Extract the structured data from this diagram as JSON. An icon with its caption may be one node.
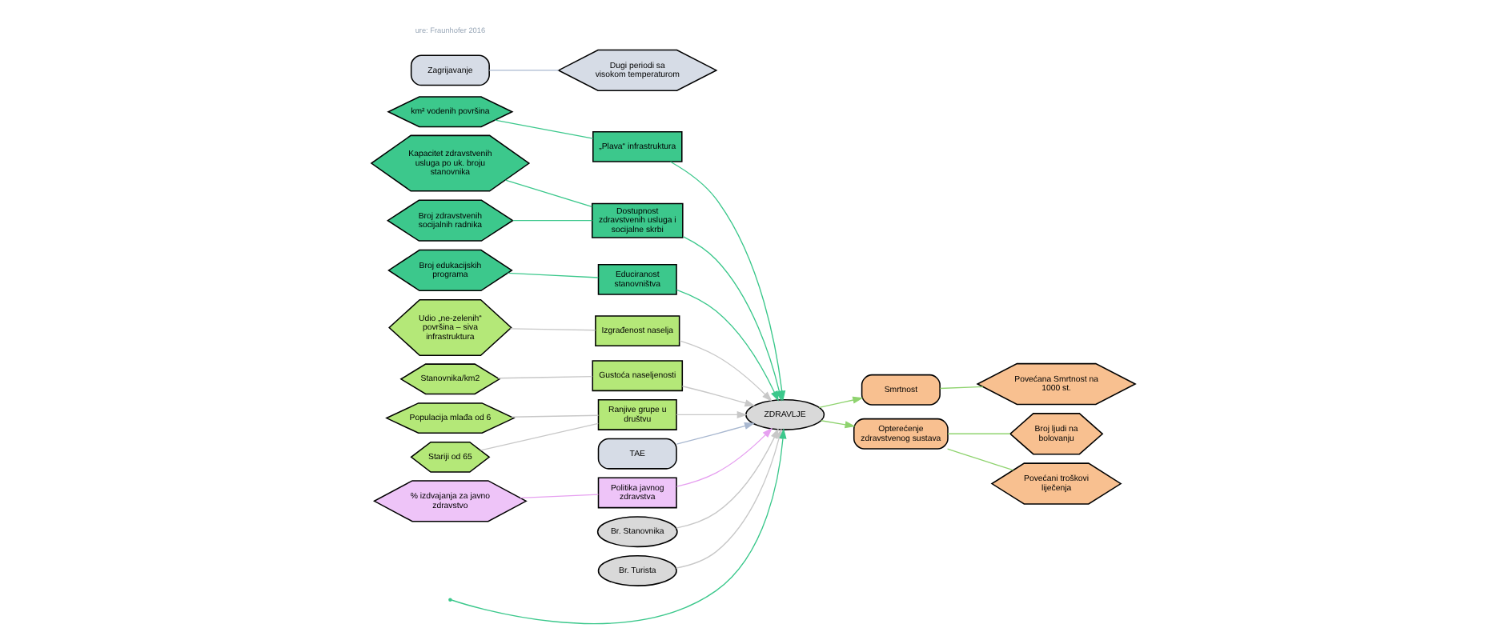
{
  "diagram": {
    "nodes": [
      {
        "text": [
          "km² vodenih površina"
        ]
      },
      {
        "text": [
          "„Plava“ infrastruktura"
        ]
      },
      {
        "text": [
          "Kapacitet zdravstvenih usluga po uk. broju stanovnika"
        ]
      },
      {
        "text": [
          "Broj zdravstvenih socijalnih radnika"
        ]
      },
      {
        "text": [
          "Dostupnost zdravstvenih usluga i socijalne skrbi"
        ]
      },
      {
        "text": [
          "Broj edukacijskih programa"
        ]
      },
      {
        "text": [
          "Educiranost stanovništva"
        ]
      },
      {
        "text": [
          "Udio „ne-zelenih“ površina – siva infrastruktura"
        ]
      },
      {
        "text": [
          "Izgrađenost naselja"
        ]
      },
      {
        "text": [
          "Stanovnika/km2"
        ]
      },
      {
        "text": [
          "Gustoća naseljenosti"
        ]
      },
      {
        "text": [
          "Populacija mlađa od 6"
        ]
      },
      {
        "text": [
          "Stariji od 65"
        ]
      },
      {
        "text": [
          "Ranjive grupe u društvu"
        ]
      },
      {
        "text": [
          "ZDRAVLJE"
        ]
      },
      {
        "text": [
          "TAE"
        ]
      },
      {
        "text": [
          "Zagrijavanje"
        ]
      },
      {
        "text": [
          "Dugi periodi sa visokom temperaturom"
        ]
      },
      {
        "text": [
          "Politika javnog zdravstva"
        ]
      },
      {
        "text": [
          "% izdvajanja za javno zdravstvo"
        ]
      },
      {
        "text": [
          "Br. Stanovnika"
        ]
      },
      {
        "text": [
          "Br. Turista"
        ]
      },
      {
        "text": [
          "Smrtnost"
        ]
      },
      {
        "text": [
          "Povećana Smrtnost na 1000 st."
        ]
      },
      {
        "text": [
          "Opterećenje zdravstvenog sustava"
        ]
      },
      {
        "text": [
          "Broj ljudi na bolovanju"
        ]
      },
      {
        "text": [
          "Povećani troškovi liječenja"
        ]
      }
    ],
    "edges": [
      {
        "from": 0,
        "to": 1,
        "arrow": "none",
        "color": "#3cc88c"
      },
      {
        "from": 2,
        "to": 4,
        "arrow": "none",
        "color": "#3cc88c"
      },
      {
        "from": 3,
        "to": 4,
        "arrow": "none",
        "color": "#3cc88c"
      },
      {
        "from": 5,
        "to": 6,
        "arrow": "none",
        "color": "#3cc88c"
      },
      {
        "from": null,
        "to": 14,
        "arrow": "to",
        "color": "#3cc88c"
      },
      {
        "from": 1,
        "to": 14,
        "arrow": "to",
        "color": "#3cc88c"
      },
      {
        "from": 4,
        "to": 14,
        "arrow": "to",
        "color": "#3cc88c"
      },
      {
        "from": 6,
        "to": 14,
        "arrow": "to",
        "color": "#3cc88c"
      },
      {
        "from": 7,
        "to": 8,
        "arrow": "none"
      },
      {
        "from": 9,
        "to": 10,
        "arrow": "none"
      },
      {
        "from": 11,
        "to": 13,
        "arrow": "none"
      },
      {
        "from": 12,
        "to": 13,
        "arrow": "none"
      },
      {
        "from": 8,
        "to": 14,
        "arrow": "to"
      },
      {
        "from": 10,
        "to": 14,
        "arrow": "to"
      },
      {
        "from": 13,
        "to": 14,
        "arrow": "to"
      },
      {
        "from": 15,
        "to": 14,
        "arrow": "to",
        "color": "#a9b8d0"
      },
      {
        "from": 16,
        "to": 17,
        "arrow": "none",
        "color": "#a9b8d0"
      },
      {
        "from": 18,
        "to": 14,
        "arrow": "to",
        "color": "#e6a0f0"
      },
      {
        "from": 19,
        "to": 18,
        "arrow": "none",
        "color": "#e6a0f0"
      },
      {
        "from": 20,
        "to": 14,
        "arrow": "to"
      },
      {
        "from": 21,
        "to": 14,
        "arrow": "to"
      },
      {
        "from": 14,
        "to": 22,
        "arrow": "to",
        "color": "#8fd36f"
      },
      {
        "from": 14,
        "to": 24,
        "arrow": "to",
        "color": "#8fd36f"
      },
      {
        "from": 22,
        "to": 23,
        "arrow": "none",
        "color": "#8fd36f"
      },
      {
        "from": 24,
        "to": 25,
        "arrow": "none",
        "color": "#8fd36f"
      },
      {
        "from": 24,
        "to": 26,
        "arrow": "none",
        "color": "#8fd36f"
      }
    ],
    "labels": [
      "ure: Fraunhofer 2016"
    ]
  }
}
